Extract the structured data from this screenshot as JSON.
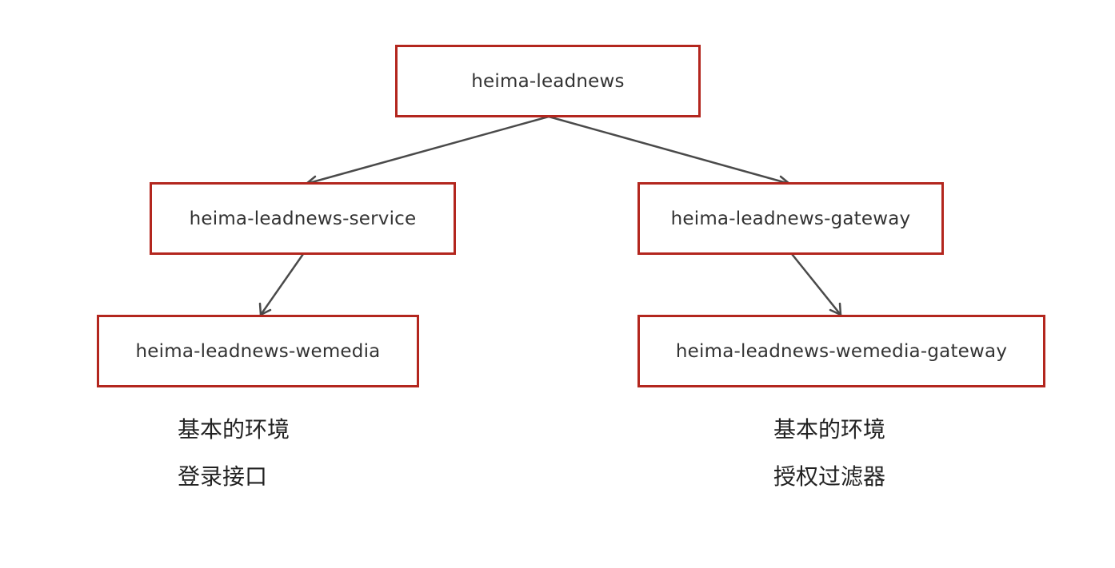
{
  "nodes": {
    "root": "heima-leadnews",
    "service": "heima-leadnews-service",
    "gateway": "heima-leadnews-gateway",
    "wemedia": "heima-leadnews-wemedia",
    "wemedia_gateway": "heima-leadnews-wemedia-gateway"
  },
  "notes": {
    "left": [
      "基本的环境",
      "登录接口"
    ],
    "right": [
      "基本的环境",
      "授权过滤器"
    ]
  },
  "colors": {
    "box_border": "#b3261e",
    "arrow": "#4a4a4a",
    "text": "#333333"
  }
}
